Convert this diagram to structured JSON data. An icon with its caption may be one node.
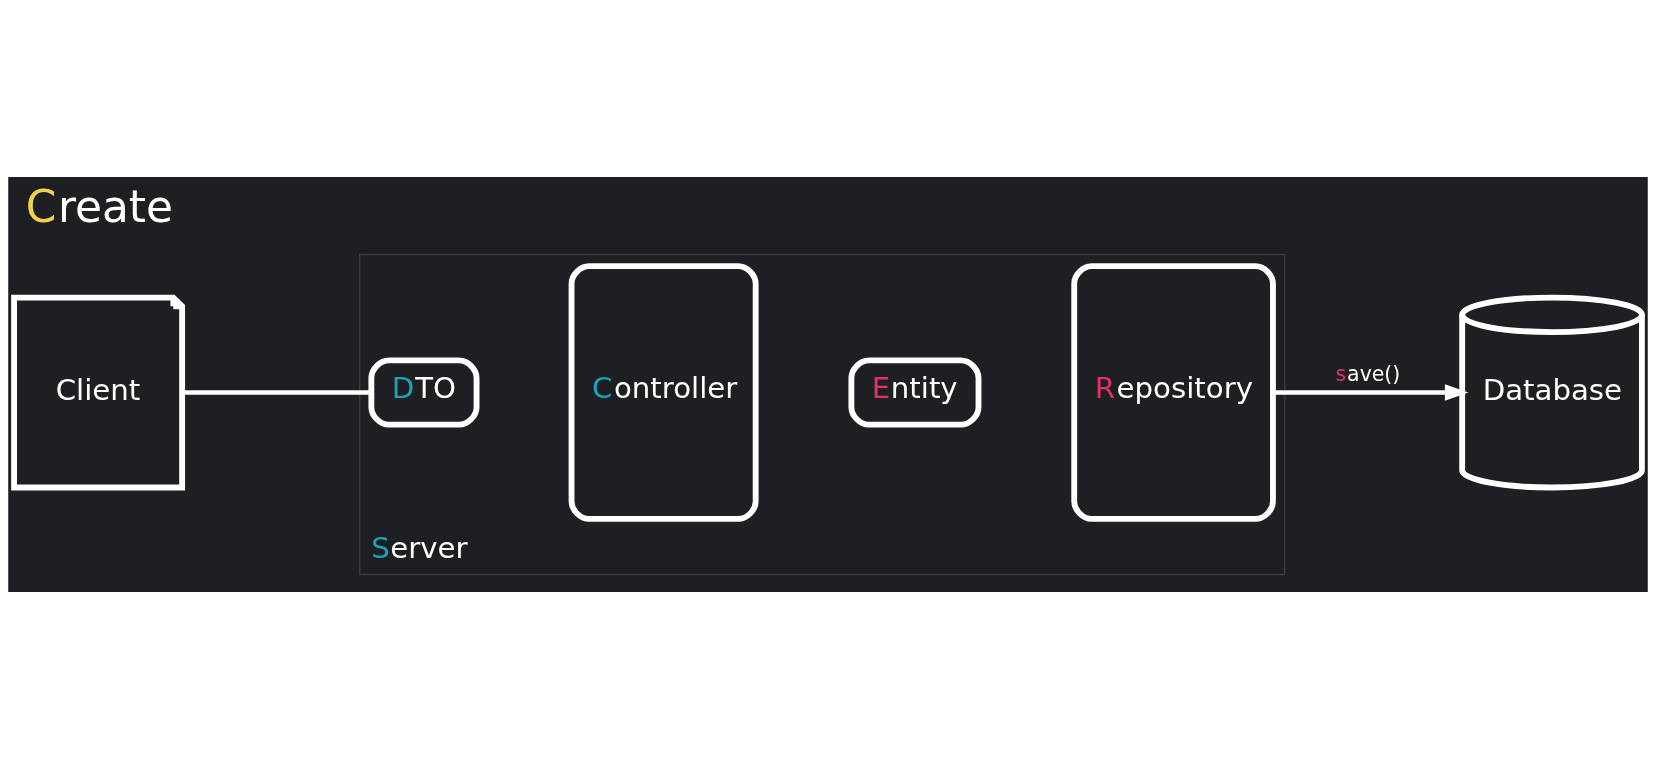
{
  "diagram": {
    "title": "Create",
    "nodes": [
      {
        "text": [
          "Client"
        ]
      },
      {
        "text": [
          "Server"
        ]
      },
      {
        "text": [
          "DTO"
        ],
        "in": 1
      },
      {
        "text": [
          "Controller"
        ],
        "in": 1
      },
      {
        "text": [
          "Entity"
        ],
        "in": 1
      },
      {
        "text": [
          "Repository"
        ],
        "in": 1
      },
      {
        "text": [
          "Database"
        ]
      }
    ],
    "edges": [
      {
        "from": 0,
        "to": 2,
        "arrow": "none"
      },
      {
        "from": 5,
        "to": 6,
        "arrow": "to",
        "label": "save()"
      }
    ]
  }
}
